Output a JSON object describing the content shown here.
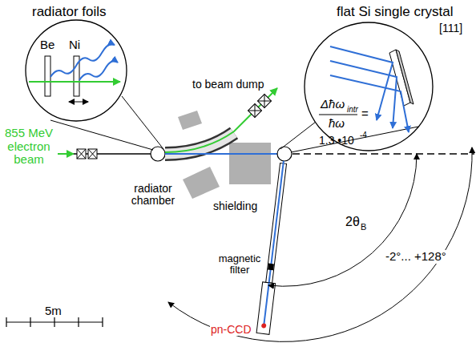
{
  "diagram": {
    "nodes": [
      {
        "text": [
          "radiator foils",
          "Be",
          "Ni"
        ]
      },
      {
        "text": [
          "flat Si single crystal",
          "[111]",
          "Δħω",
          "intr",
          "ħω",
          "=",
          "1.3 •10",
          "-4"
        ]
      }
    ],
    "labels": [
      "855 MeV electron beam",
      "radiator chamber",
      "to beam dump",
      "shielding",
      "2θ",
      "B",
      "magnetic filter",
      "-2°... +128°",
      "pn-CCD",
      "5m"
    ]
  }
}
